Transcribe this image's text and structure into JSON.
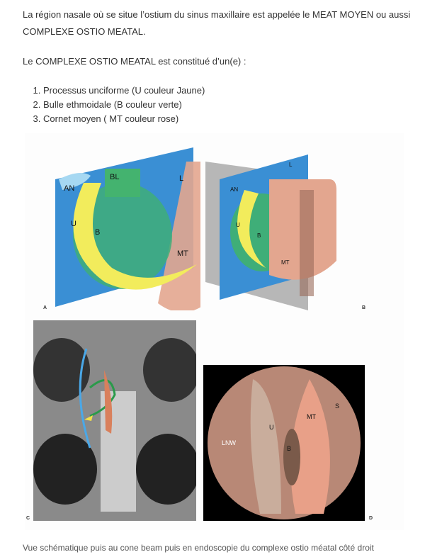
{
  "intro": {
    "line1": "La région nasale où se situe l’ostium du sinus maxillaire est appelée le MEAT MOYEN ou aussi",
    "line2": "COMPLEXE OSTIO MEATAL."
  },
  "components_heading": "Le COMPLEXE OSTIO MEATAL est constitué d’un(e) :",
  "components": [
    "Processus unciforme (U couleur Jaune)",
    "Bulle ethmoidale (B couleur verte)",
    "Cornet moyen ( MT couleur rose)"
  ],
  "figure": {
    "panel_a": {
      "letter": "A",
      "labels": {
        "an": "AN",
        "bl": "BL",
        "l": "L",
        "u": "U",
        "b": "B",
        "mt": "MT"
      }
    },
    "panel_b": {
      "letter": "B",
      "labels": {
        "l": "L",
        "an": "AN",
        "u": "U",
        "b": "B",
        "mt": "MT"
      }
    },
    "panel_c": {
      "letter": "C"
    },
    "panel_d": {
      "letter": "D",
      "labels": {
        "lnw": "LNW",
        "u": "U",
        "b": "B",
        "mt": "MT",
        "s": "S"
      }
    }
  },
  "caption": "Vue schématique puis au cone beam puis en endoscopie du complexe ostio méatal côté droit"
}
